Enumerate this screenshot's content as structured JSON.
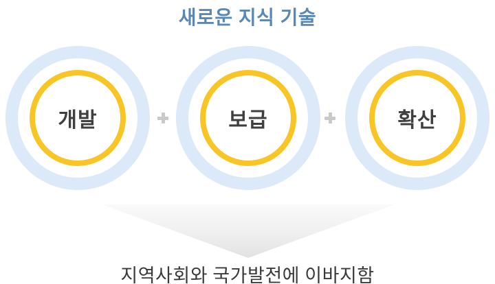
{
  "title": {
    "text": "새로운 지식 기술",
    "color": "#5b88b3"
  },
  "process": {
    "steps": [
      {
        "label": "개발"
      },
      {
        "label": "보급"
      },
      {
        "label": "확산"
      }
    ],
    "connector_symbol": "+",
    "ring_color": "#dbe9f8",
    "circle_border_color": "#f8c525",
    "plus_color": "#c9c9c9",
    "label_color": "#3f3f3f"
  },
  "result": {
    "text": "지역사회와 국가발전에 이바지함"
  }
}
